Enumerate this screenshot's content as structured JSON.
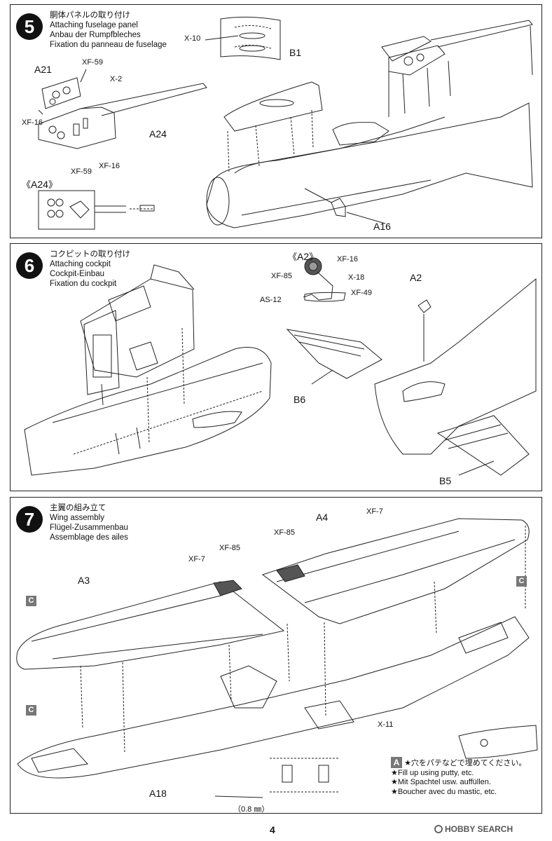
{
  "step5": {
    "number": "5",
    "title_ja": "胴体パネルの取り付け",
    "title_en": "Attaching fuselage panel",
    "title_de": "Anbau der Rumpfbleches",
    "title_fr": "Fixation du panneau de fuselage",
    "labels": {
      "x10": "X-10",
      "a21": "A21",
      "xf59_top": "XF-59",
      "x2": "X-2",
      "xf16_left": "XF-16",
      "xf59_bottom": "XF-59",
      "xf16_bottom": "XF-16",
      "a24": "A24",
      "a24_detail": "A24",
      "b1": "B1",
      "a16": "A16"
    }
  },
  "step6": {
    "number": "6",
    "title_ja": "コクピットの取り付け",
    "title_en": "Attaching cockpit",
    "title_de": "Cockpit-Einbau",
    "title_fr": "Fixation du cockpit",
    "labels": {
      "a2_detail": "A2",
      "xf16": "XF-16",
      "xf85": "XF-85",
      "x18": "X-18",
      "xf49": "XF-49",
      "as12": "AS-12",
      "a2": "A2",
      "b6": "B6",
      "b5": "B5"
    }
  },
  "step7": {
    "number": "7",
    "title_ja": "主翼の組み立て",
    "title_en": "Wing assembly",
    "title_de": "Flügel-Zusammenbau",
    "title_fr": "Assemblage des ailes",
    "labels": {
      "a4": "A4",
      "xf7_right": "XF-7",
      "xf85_mid": "XF-85",
      "xf7_left": "XF-7",
      "xf85_left": "XF-85",
      "a3": "A3",
      "c_left_top": "C",
      "c_left_bottom": "C",
      "c_right": "C",
      "x11": "X-11",
      "a18": "A18",
      "drill": "（0.8 ㎜）"
    },
    "note": {
      "letter": "A",
      "ja": "★穴をパテなどで埋めてください。",
      "en": "★Fill up using putty, etc.",
      "de": "★Mit Spachtel usw. auffüllen.",
      "fr": "★Boucher avec du mastic, etc."
    }
  },
  "page_number": "4",
  "watermark": "HOBBY SEARCH",
  "icons": [
    "paint-drop-icon",
    "detail-bracket-icon"
  ]
}
